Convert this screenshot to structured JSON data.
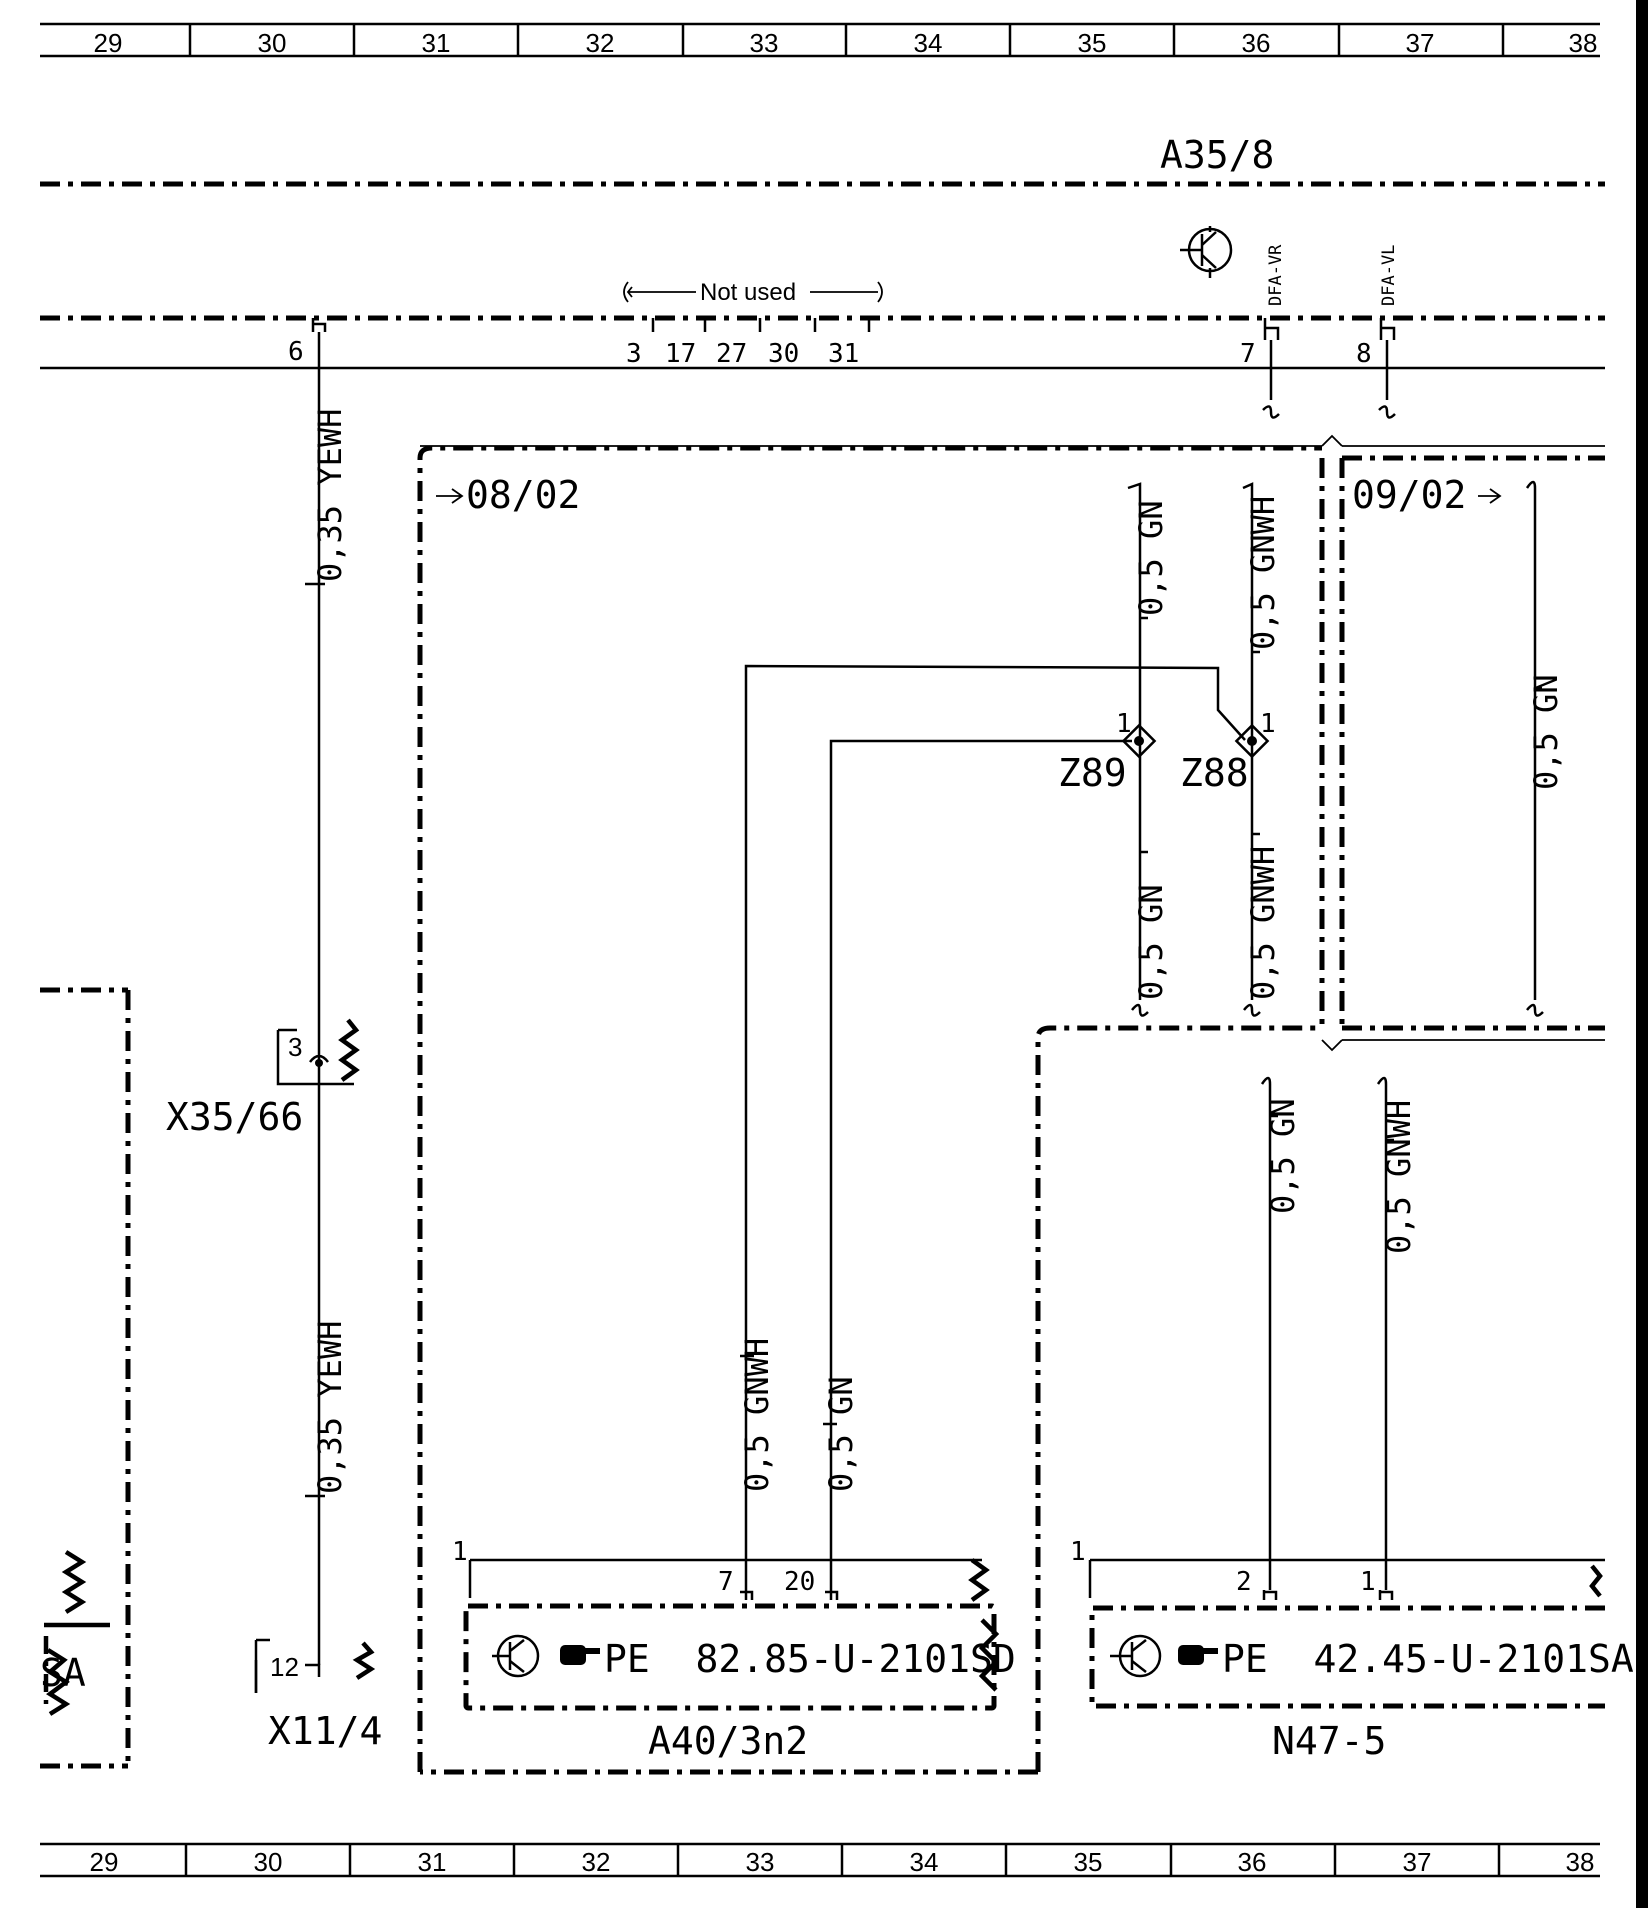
{
  "grid_columns": [
    "29",
    "30",
    "31",
    "32",
    "33",
    "34",
    "35",
    "36",
    "37",
    "38"
  ],
  "modules": {
    "top": "A35/8",
    "bottom_left": "A40/3n2",
    "bottom_right": "N47-5"
  },
  "connectors": {
    "x35_66": "X35/66",
    "x11_4": "X11/4",
    "z89": "Z89",
    "z88": "Z88"
  },
  "refs": {
    "left_ref": "08/02",
    "right_ref": "09/02",
    "pe_left": "PE  82.85-U-2101SD",
    "pe_right": "PE  42.45-U-2101SA",
    "left_edge_code": "SA"
  },
  "signals": {
    "dfa_vr": "DFA-VR",
    "dfa_vl": "DFA-VL"
  },
  "not_used_label": "Not used",
  "pins": {
    "p6": "6",
    "p3a": "3",
    "p17": "17",
    "p27": "27",
    "p30": "30",
    "p31": "31",
    "p7a": "7",
    "p8": "8",
    "pz89": "1",
    "pz88": "1",
    "px35": "3",
    "p12": "12",
    "pa40_1": "1",
    "pa40_7": "7",
    "pa40_20": "20",
    "pn47_1": "1",
    "pn47_2": "2",
    "pn47_1b": "1"
  },
  "wires": {
    "yewh_top": "0,35 YEWH",
    "yewh_bottom": "0,35 YEWH",
    "gn_z89_top": "0,5 GN",
    "gnwh_z88_top": "0,5 GNWH",
    "gn_right": "0,5 GN",
    "gn_z89_bot": "0,5 GN",
    "gnwh_z88_bot": "0,5 GNWH",
    "gnwh_a40": "0,5 GNWH",
    "gn_a40": "0,5 GN",
    "gn_n47": "0,5 GN",
    "gnwh_n47": "0,5 GNWH"
  }
}
